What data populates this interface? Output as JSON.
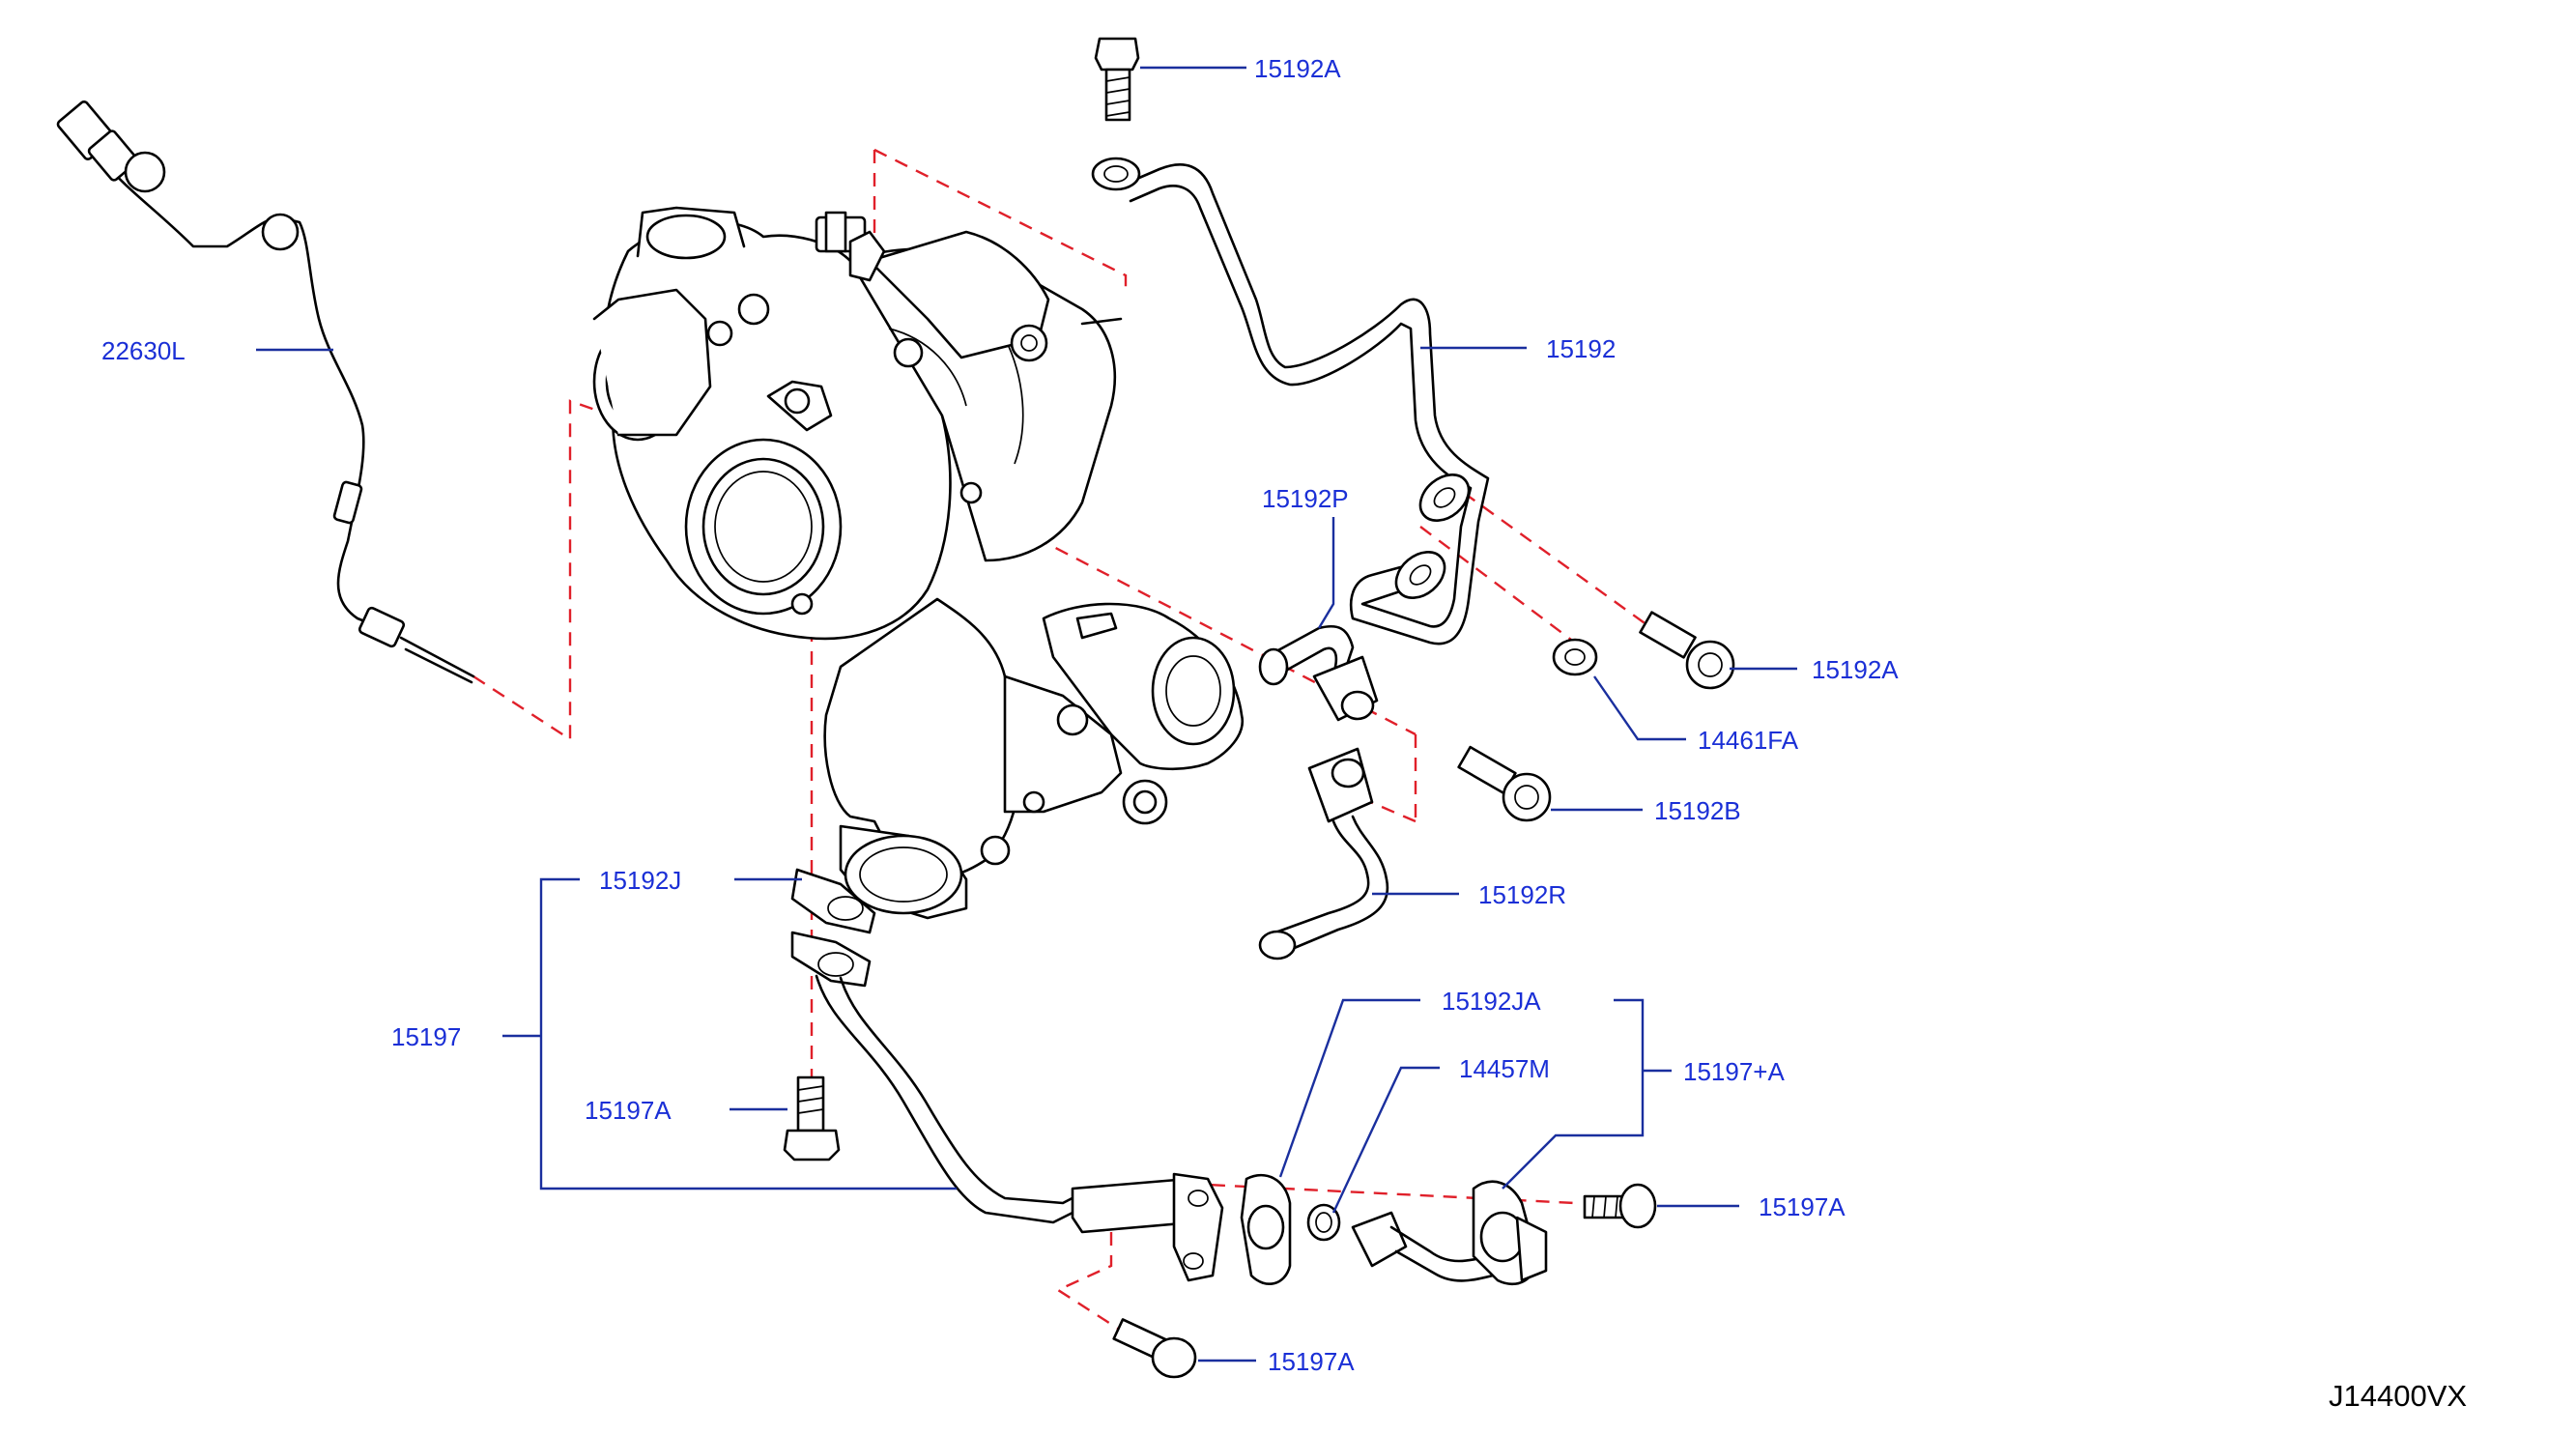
{
  "diagram_code": "J14400VX",
  "colors": {
    "label": "#1a2fd6",
    "leader": "#1a2f9e",
    "hidden_line": "#e0202a",
    "part": "#000000"
  },
  "callouts": {
    "c01": "15192A",
    "c02": "15192",
    "c03": "22630L",
    "c04": "15192P",
    "c05": "15192A",
    "c06": "14461FA",
    "c07": "15192B",
    "c08": "15192R",
    "c09": "15192J",
    "c10": "15197",
    "c11": "15197A",
    "c12": "15192JA",
    "c13": "14457M",
    "c14": "15197+A",
    "c15": "15197A",
    "c16": "15197A"
  }
}
